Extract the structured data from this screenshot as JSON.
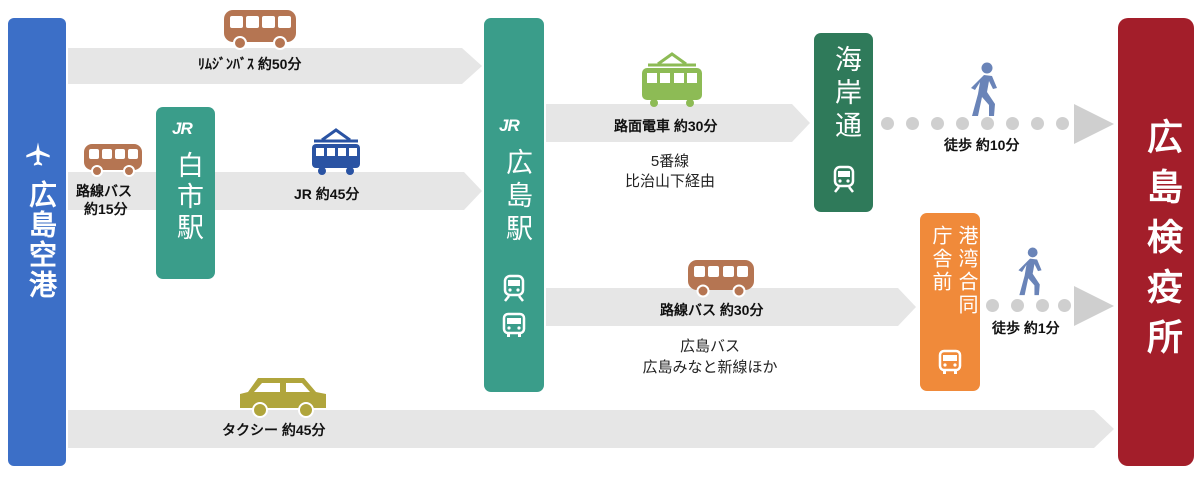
{
  "origin": {
    "name": "広島空港",
    "icon": "airplane-icon",
    "color": "#3c6fc7"
  },
  "destination": {
    "name": "広島検疫所",
    "color": "#a31e2a"
  },
  "stations": {
    "shiraichi": {
      "logo": "JR",
      "name": "白市駅",
      "color": "#3a9d8a"
    },
    "hiroshima": {
      "logo": "JR",
      "name": "広島駅",
      "color": "#3a9d8a"
    },
    "kaigan_dori": {
      "name": "海岸通",
      "color": "#2f7a5a"
    },
    "kowan": {
      "name_a": "港湾合同",
      "name_b": "庁舎前",
      "color": "#f08a3a"
    }
  },
  "routes": {
    "limousine": {
      "label": "ﾘﾑｼﾞﾝﾊﾞｽ 約50分",
      "icon": "bus-icon",
      "color": "#b57552"
    },
    "local_bus_1": {
      "label_1": "路線バス",
      "label_2": "約15分",
      "icon": "bus-icon",
      "color": "#b57552"
    },
    "jr": {
      "label": "JR 約45分",
      "icon": "train-icon",
      "color": "#2a53a3"
    },
    "tram": {
      "label": "路面電車 約30分",
      "note_1": "5番線",
      "note_2": "比治山下経由",
      "icon": "tram-icon",
      "color": "#8dbb55"
    },
    "walk_1": {
      "label": "徒歩 約10分",
      "icon": "walking-person-icon",
      "color": "#6a84b8"
    },
    "local_bus_2": {
      "label": "路線バス 約30分",
      "note_1": "広島バス",
      "note_2": "広島みなと新線ほか",
      "icon": "bus-icon",
      "color": "#b57552"
    },
    "walk_2": {
      "label": "徒歩 約1分",
      "icon": "walking-person-icon",
      "color": "#6a84b8"
    },
    "taxi": {
      "label": "タクシー 約45分",
      "icon": "car-icon",
      "color": "#b0a53c"
    }
  },
  "colors": {
    "arrow": "#e6e6e6",
    "dot": "#cfcfcf"
  }
}
